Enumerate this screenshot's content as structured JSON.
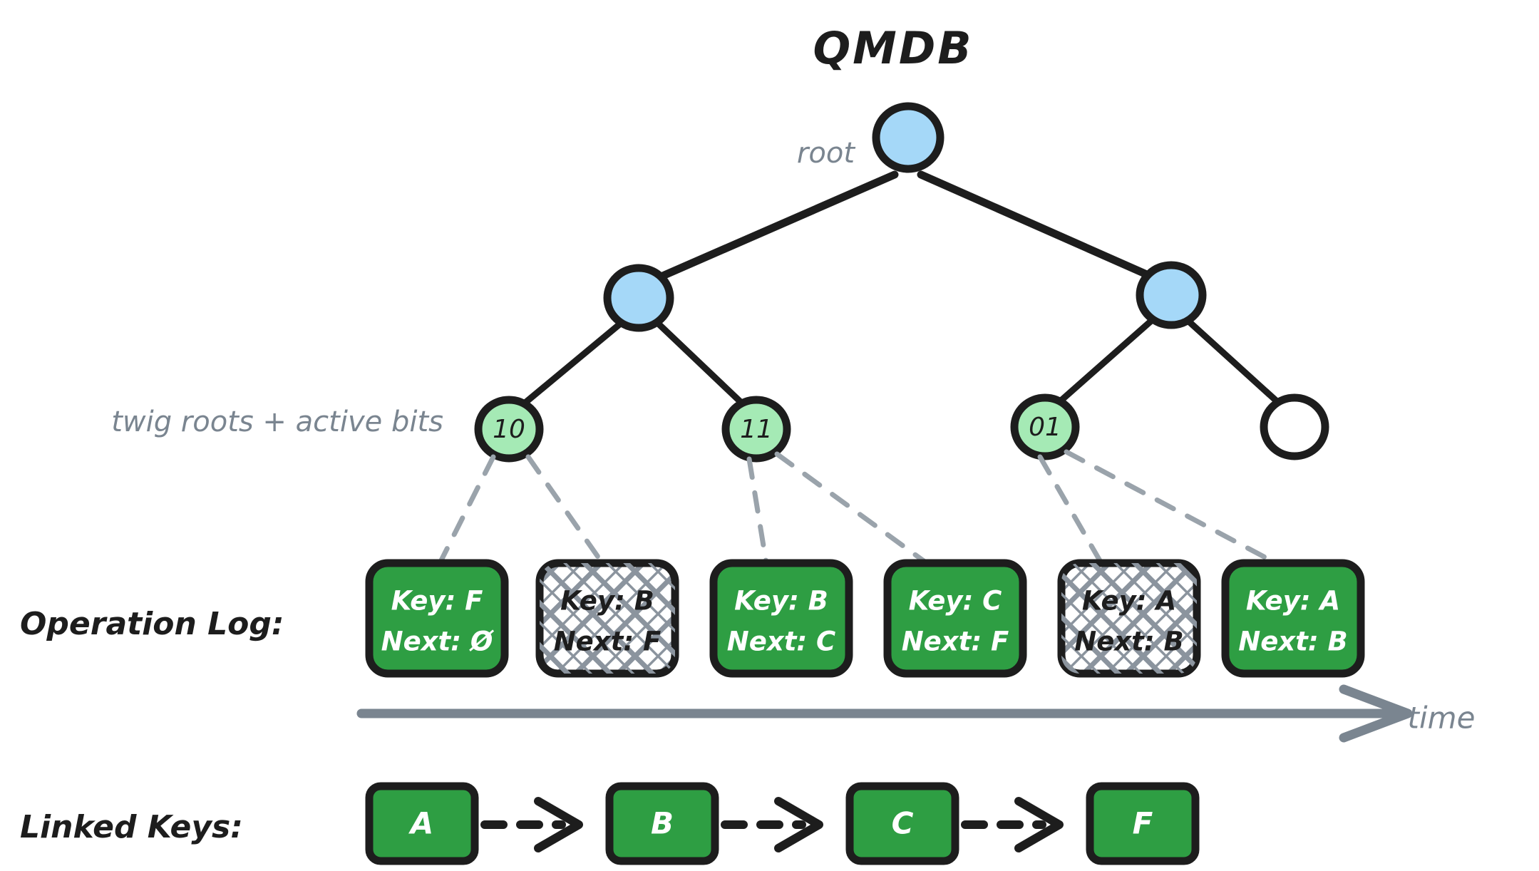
{
  "title": "QMDB",
  "colors": {
    "ink": "#1d1d1d",
    "gray": "#7a8590",
    "node_blue": "#a5d8f8",
    "twig_green": "#a5eab5",
    "box_green": "#2e9e43",
    "white": "#ffffff",
    "hatch": "#8b949e"
  },
  "labels": {
    "root": "root",
    "twig": "twig roots + active bits",
    "operation_log": "Operation Log:",
    "linked_keys": "Linked Keys:",
    "time": "time"
  },
  "tree": {
    "root_node": {
      "fill": "blue",
      "label": ""
    },
    "level1": [
      {
        "fill": "blue",
        "label": ""
      },
      {
        "fill": "blue",
        "label": ""
      }
    ],
    "twigs": [
      {
        "label": "10",
        "fill": "green"
      },
      {
        "label": "11",
        "fill": "green"
      },
      {
        "label": "01",
        "fill": "green"
      },
      {
        "label": "",
        "fill": "white"
      }
    ]
  },
  "operation_log": {
    "entries": [
      {
        "key_line": "Key: F",
        "next_line": "Next: Ø",
        "active": true
      },
      {
        "key_line": "Key: B",
        "next_line": "Next: F",
        "active": false
      },
      {
        "key_line": "Key: B",
        "next_line": "Next: C",
        "active": true
      },
      {
        "key_line": "Key: C",
        "next_line": "Next: F",
        "active": true
      },
      {
        "key_line": "Key: A",
        "next_line": "Next: B",
        "active": false
      },
      {
        "key_line": "Key: A",
        "next_line": "Next: B",
        "active": true
      }
    ]
  },
  "linked_keys": {
    "nodes": [
      "A",
      "B",
      "C",
      "F"
    ]
  }
}
